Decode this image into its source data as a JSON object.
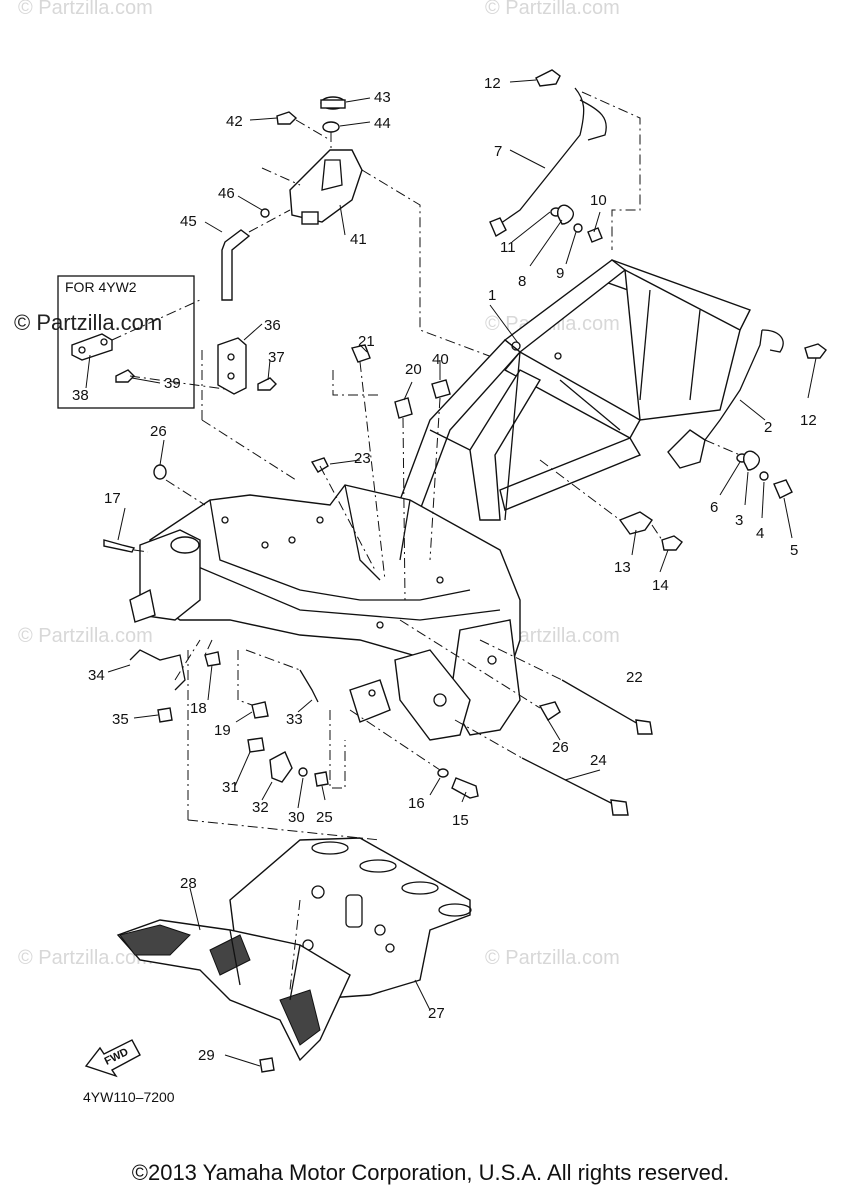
{
  "watermarks": {
    "top_left": "© Partzilla.com",
    "top_right": "© Partzilla.com",
    "main_dark": "© Partzilla.com",
    "mid_right": "© Partzilla.com",
    "lower_left": "© Partzilla.com",
    "lower_right": "© Partzilla.com",
    "bottom_left": "© Partzilla.com",
    "bottom_right": "© Partzilla.com"
  },
  "variant_box": {
    "title": "FOR 4YW2"
  },
  "fwd_label": "FWD",
  "diagram_code": "4YW110–7200",
  "copyright": "©2013 Yamaha Motor Corporation, U.S.A. All rights reserved.",
  "callouts": {
    "c1": "1",
    "c2": "2",
    "c3": "3",
    "c4": "4",
    "c5": "5",
    "c6": "6",
    "c7": "7",
    "c8": "8",
    "c9": "9",
    "c10": "10",
    "c11": "11",
    "c12a": "12",
    "c12b": "12",
    "c13": "13",
    "c14": "14",
    "c15": "15",
    "c16": "16",
    "c17": "17",
    "c18": "18",
    "c19": "19",
    "c20": "20",
    "c21": "21",
    "c22": "22",
    "c23": "23",
    "c24": "24",
    "c25": "25",
    "c26a": "26",
    "c26b": "26",
    "c27": "27",
    "c28": "28",
    "c29": "29",
    "c30": "30",
    "c31": "31",
    "c32": "32",
    "c33": "33",
    "c34": "34",
    "c35": "35",
    "c36": "36",
    "c37": "37",
    "c38": "38",
    "c39": "39",
    "c40": "40",
    "c41": "41",
    "c42": "42",
    "c43": "43",
    "c44": "44",
    "c45": "45",
    "c46": "46"
  }
}
